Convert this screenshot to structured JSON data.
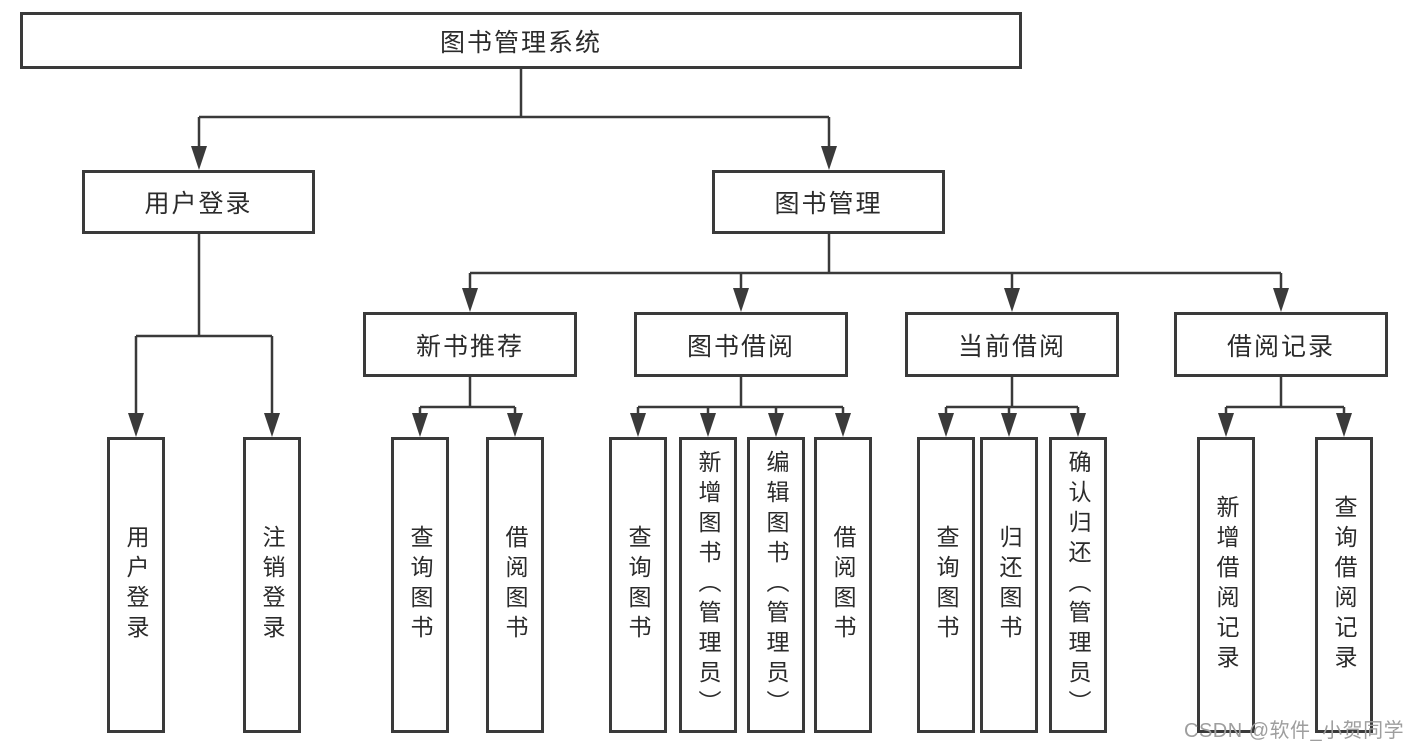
{
  "page": {
    "watermark": "CSDN @软件_小贺同学",
    "colors": {
      "line": "#3a3a3a",
      "box_border": "#3a3a3a",
      "text": "#2b2b2b",
      "watermark": "#9e9e9e",
      "background": "#ffffff"
    }
  },
  "nodes": {
    "root": "图书管理系统",
    "user_login": "用户登录",
    "book_management": "图书管理",
    "new_book_recommend": "新书推荐",
    "book_borrow": "图书借阅",
    "current_borrow": "当前借阅",
    "borrow_record": "借阅记录",
    "leaves": {
      "user_login_children": [
        "用户登录",
        "注销登录"
      ],
      "new_book_children": [
        "查询图书",
        "借阅图书"
      ],
      "book_borrow_children": [
        "查询图书",
        "新增图书（管理员）",
        "编辑图书（管理员）",
        "借阅图书"
      ],
      "current_borrow_children": [
        "查询图书",
        "归还图书",
        "确认归还（管理员）"
      ],
      "borrow_record_children": [
        "新增借阅记录",
        "查询借阅记录"
      ]
    }
  }
}
